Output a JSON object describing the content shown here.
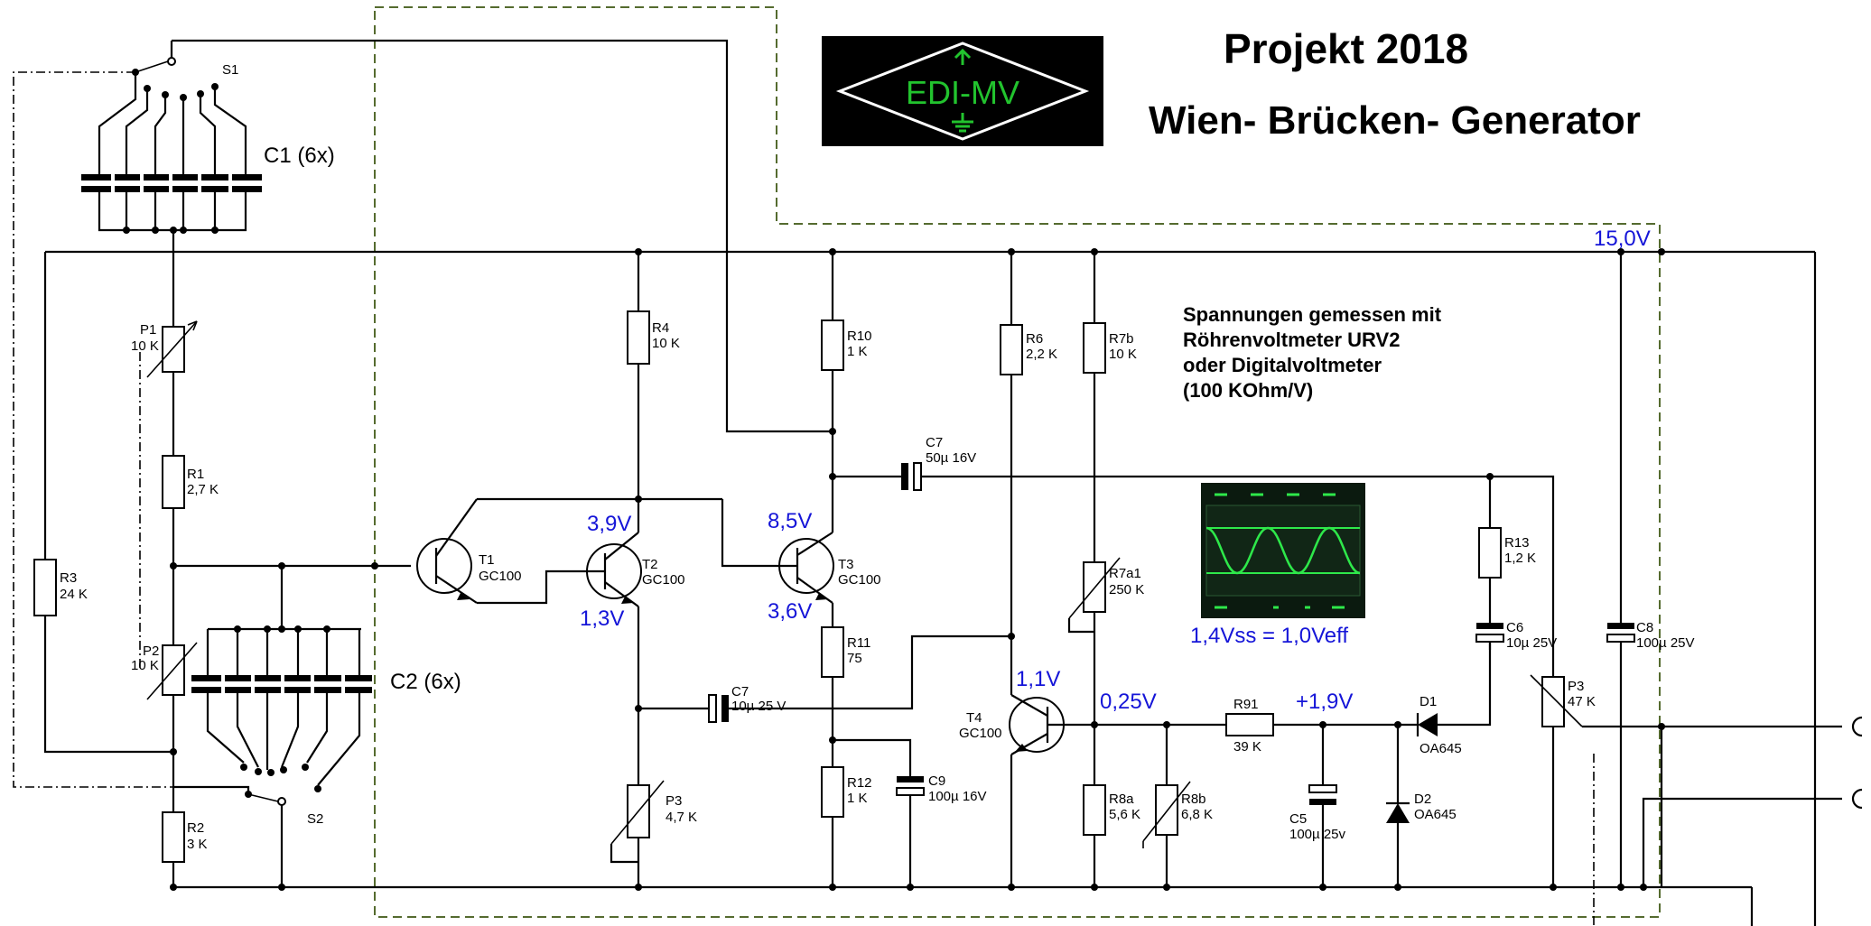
{
  "header": {
    "project": "Projekt 2018",
    "subtitle": "Wien- Brücken- Generator",
    "logo_text": "EDI-MV"
  },
  "note": {
    "line1": "Spannungen gemessen mit",
    "line2": "Röhrenvoltmeter URV2",
    "line3": "oder Digitalvoltmeter",
    "line4": "(100 KOhm/V)"
  },
  "scope": {
    "caption": "1,4Vss = 1,0Veff"
  },
  "colors": {
    "voltage_text": "#1515d8",
    "boundary_dash": "#556b2f",
    "logo_green": "#22c32e",
    "scope_trace": "#2ee84a"
  },
  "components": {
    "S1": "S1",
    "S2": "S2",
    "C1": "C1 (6x)",
    "C2": "C2 (6x)",
    "P1": {
      "name": "P1",
      "value": "10 K"
    },
    "P2": {
      "name": "P2",
      "value": "10 K"
    },
    "R1": {
      "name": "R1",
      "value": "2,7 K"
    },
    "R2": {
      "name": "R2",
      "value": "3 K"
    },
    "R3": {
      "name": "R3",
      "value": "24 K"
    },
    "R4": {
      "name": "R4",
      "value": "10 K"
    },
    "R10": {
      "name": "R10",
      "value": "1 K"
    },
    "R6": {
      "name": "R6",
      "value": "2,2 K"
    },
    "R7b": {
      "name": "R7b",
      "value": "10 K"
    },
    "R7a1": {
      "name": "R7a1",
      "value": "250 K"
    },
    "R11": {
      "name": "R11",
      "value": "75"
    },
    "R12": {
      "name": "R12",
      "value": "1 K"
    },
    "R13": {
      "name": "R13",
      "value": "1,2 K"
    },
    "R8a": {
      "name": "R8a",
      "value": "5,6 K"
    },
    "R8b": {
      "name": "R8b",
      "value": "6,8 K"
    },
    "R91": {
      "name": "R91",
      "value": "39 K"
    },
    "P3a": {
      "name": "P3",
      "value": "4,7 K"
    },
    "P3b": {
      "name": "P3",
      "value": "47 K"
    },
    "C7a": {
      "name": "C7",
      "value": "50µ 16V"
    },
    "C7b": {
      "name": "C7",
      "value": "10µ 25 V"
    },
    "C9": {
      "name": "C9",
      "value": "100µ 16V"
    },
    "C6": {
      "name": "C6",
      "value": "10µ 25V"
    },
    "C8": {
      "name": "C8",
      "value": "100µ 25V"
    },
    "C5": {
      "name": "C5",
      "value": "100µ 25v"
    },
    "T1": {
      "name": "T1",
      "value": "GC100"
    },
    "T2": {
      "name": "T2",
      "value": "GC100"
    },
    "T3": {
      "name": "T3",
      "value": "GC100"
    },
    "T4": {
      "name": "T4",
      "value": "GC100"
    },
    "D1": {
      "name": "D1",
      "value": "OA645"
    },
    "D2": {
      "name": "D2",
      "value": "OA645"
    }
  },
  "voltages": {
    "supply": "15,0V",
    "t2_collector": "3,9V",
    "t2_emitter": "1,3V",
    "t3_collector": "8,5V",
    "t3_emitter": "3,6V",
    "t4_base": "1,1V",
    "t4_emitter": "0,25V",
    "rectifier": "+1,9V"
  }
}
